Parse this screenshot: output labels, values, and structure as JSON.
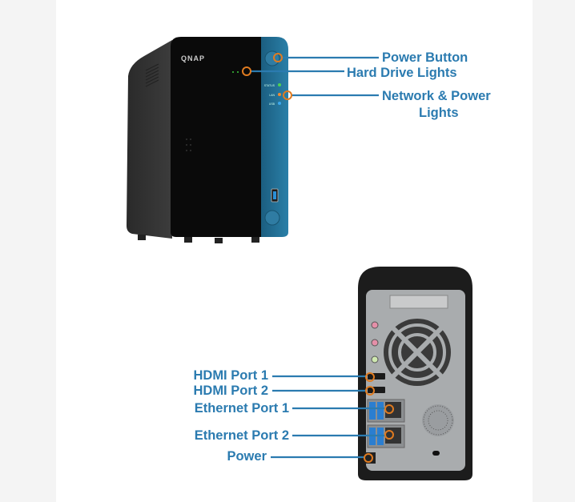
{
  "brand": "QNAP",
  "front_panel": {
    "led_labels": [
      "STATUS",
      "LAN",
      "USB"
    ],
    "callouts": {
      "power_button": "Power Button",
      "hard_drive_lights": "Hard Drive Lights",
      "network_power_lights_line1": "Network & Power",
      "network_power_lights_line2": "Lights"
    }
  },
  "rear_panel": {
    "callouts": {
      "hdmi_1": "HDMI Port 1",
      "hdmi_2": "HDMI Port 2",
      "ethernet_1": "Ethernet Port 1",
      "ethernet_2": "Ethernet Port 2",
      "power": "Power"
    }
  },
  "colors": {
    "label": "#2b7bb0",
    "marker": "#e07b20",
    "accent_panel": "#1f6a8e"
  }
}
